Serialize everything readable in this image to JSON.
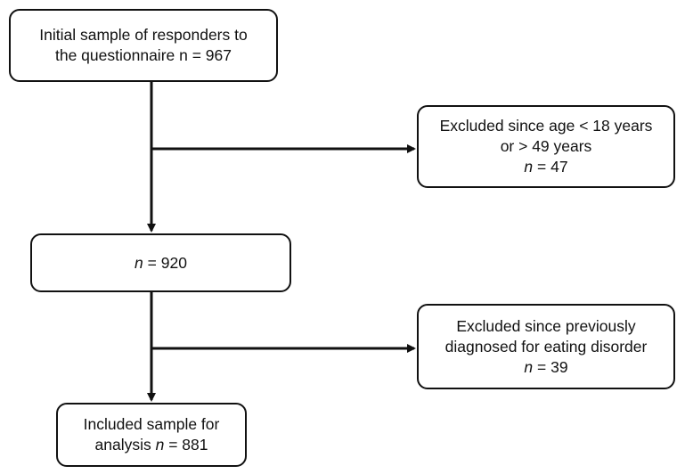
{
  "flowchart": {
    "initial_sample": {
      "line1": "Initial sample of responders to",
      "line2": "the questionnaire n = 967"
    },
    "excluded_age": {
      "line1": "Excluded since age < 18 years",
      "line2": "or > 49 years",
      "n_label": "n",
      "n_value": " = 47"
    },
    "after_age": {
      "n_label": "n",
      "n_value": " = 920"
    },
    "excluded_eating_disorder": {
      "line1": "Excluded since previously",
      "line2": "diagnosed for eating disorder",
      "n_label": "n",
      "n_value": " = 39"
    },
    "included_sample": {
      "line1": "Included sample for",
      "line2_prefix": "analysis ",
      "n_label": "n",
      "n_value": " = 881"
    }
  }
}
